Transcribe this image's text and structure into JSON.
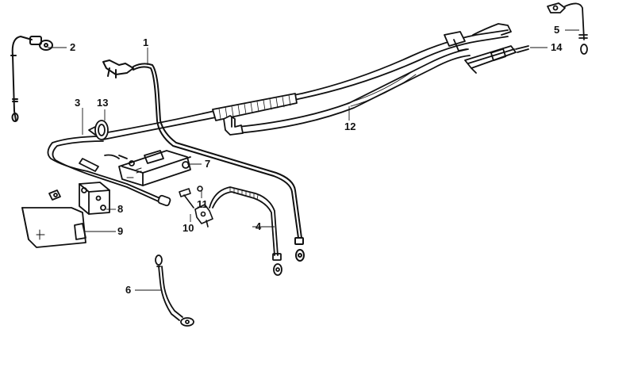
{
  "diagram": {
    "callouts": [
      {
        "id": "c1",
        "text": "1"
      },
      {
        "id": "c2",
        "text": "2"
      },
      {
        "id": "c3",
        "text": "3"
      },
      {
        "id": "c4",
        "text": "4"
      },
      {
        "id": "c5",
        "text": "5"
      },
      {
        "id": "c6",
        "text": "6"
      },
      {
        "id": "c7",
        "text": "7"
      },
      {
        "id": "c8",
        "text": "8"
      },
      {
        "id": "c9",
        "text": "9"
      },
      {
        "id": "c10",
        "text": "10"
      },
      {
        "id": "c11",
        "text": "11"
      },
      {
        "id": "c12",
        "text": "12"
      },
      {
        "id": "c13",
        "text": "13"
      },
      {
        "id": "c14",
        "text": "14"
      }
    ],
    "colors": {
      "ink": "#111111",
      "paper": "#ffffff"
    }
  }
}
